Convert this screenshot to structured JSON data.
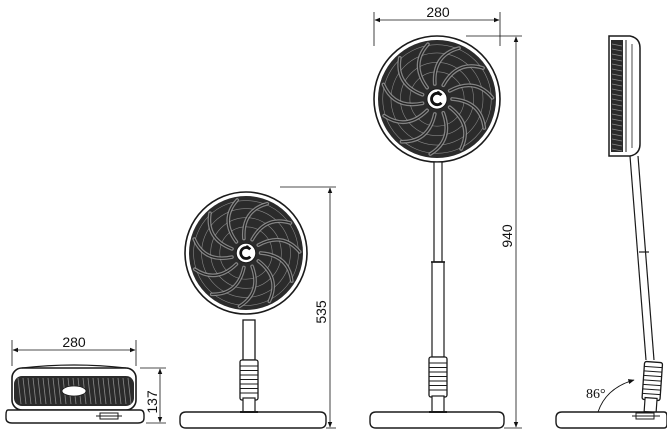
{
  "drawing": {
    "views": [
      {
        "id": "folded",
        "description_label": ""
      },
      {
        "id": "low-stand"
      },
      {
        "id": "high-stand"
      },
      {
        "id": "side-tilt"
      }
    ],
    "dimensions": {
      "folded_width": "280",
      "folded_height": "137",
      "low_height": "535",
      "high_width": "280",
      "high_height": "940",
      "tilt_angle": "86°"
    },
    "colors": {
      "line": "#1a1a1a",
      "grille": "#2b2b2b",
      "blade": "#4a4a4a",
      "background": "#ffffff"
    },
    "icons": [
      "fan-head-icon",
      "brand-logo-icon",
      "fan-base-icon"
    ]
  }
}
